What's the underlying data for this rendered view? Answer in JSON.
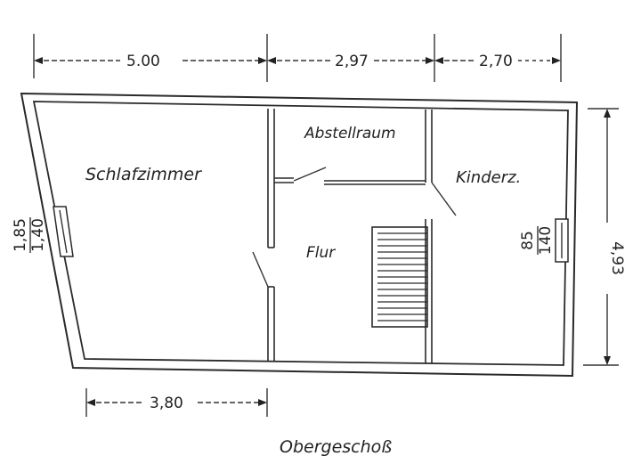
{
  "dimensions": {
    "top_left": "5.00",
    "top_middle": "2,97",
    "top_right": "2,70",
    "right": "4,93",
    "bottom": "3,80",
    "window_left_top": "1,85",
    "window_left_bottom": "1,40",
    "window_right_top": "85",
    "window_right_bottom": "140"
  },
  "rooms": {
    "bedroom": "Schlafzimmer",
    "storage": "Abstellraum",
    "kids_room": "Kinderz.",
    "hall": "Flur"
  },
  "caption": "Obergeschoß"
}
